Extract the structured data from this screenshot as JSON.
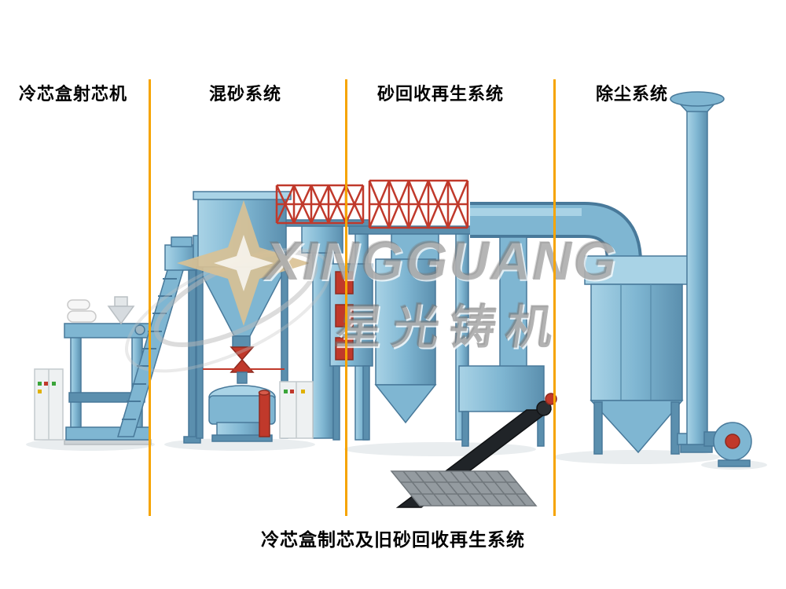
{
  "sections": [
    {
      "id": "core-shooter",
      "label": "冷芯盒射芯机"
    },
    {
      "id": "sand-mixing",
      "label": "混砂系统"
    },
    {
      "id": "sand-reclamation",
      "label": "砂回收再生系统"
    },
    {
      "id": "dust-removal",
      "label": "除尘系统"
    }
  ],
  "caption": "冷芯盒制芯及旧砂回收再生系统",
  "watermark": {
    "brand_en": "XINGGUANG",
    "brand_cn": "星光铸机"
  },
  "colors": {
    "divider_orange": "#f6a400",
    "machine_blue_light": "#a9d3e6",
    "machine_blue": "#7fb6d2",
    "machine_blue_dark": "#5b8fae",
    "machine_outline": "#48799a",
    "accent_red": "#c0392b",
    "belt_black": "#202428",
    "cabinet_white": "#eef1f2",
    "watermark_gray": "#a8a8a8",
    "star_tan": "#d9c193",
    "label_text": "#000000",
    "background": "#ffffff"
  }
}
